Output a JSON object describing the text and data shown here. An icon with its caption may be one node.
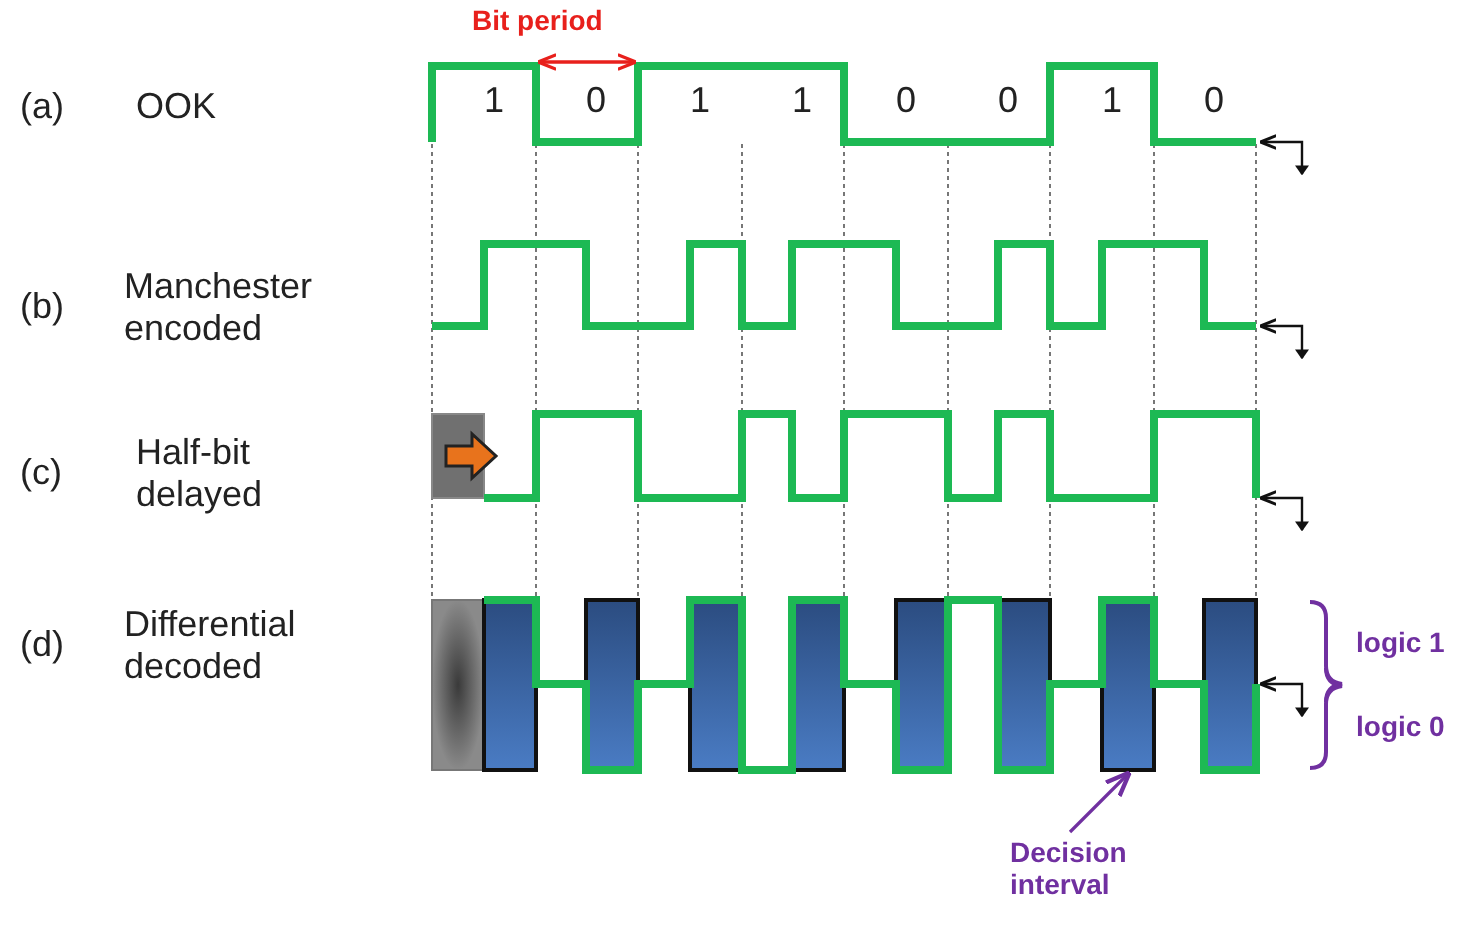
{
  "diagram": {
    "nodes": [
      {
        "text": [
          "Decision interval"
        ]
      },
      {
        "text": [],
        "shape": "box"
      },
      {
        "text": [],
        "shape": "bar"
      },
      {
        "text": [],
        "shape": "bar"
      },
      {
        "text": [],
        "shape": "bar"
      },
      {
        "text": [],
        "shape": "bar"
      },
      {
        "text": [],
        "shape": "bar"
      },
      {
        "text": [],
        "shape": "bar"
      },
      {
        "text": [],
        "shape": "bar"
      },
      {
        "text": [],
        "shape": "bar"
      }
    ],
    "edges": [
      {
        "from": 0,
        "to": 8,
        "arrow": "to"
      }
    ],
    "labels": [
      "Bit period",
      "(a)",
      "OOK",
      "1",
      "0",
      "1",
      "1",
      "0",
      "0",
      "1",
      "0",
      "(b)",
      "Manchester encoded",
      "(c)",
      "Half-bit delayed",
      "(d)",
      "Differential decoded",
      "logic 1",
      "logic 0"
    ]
  }
}
